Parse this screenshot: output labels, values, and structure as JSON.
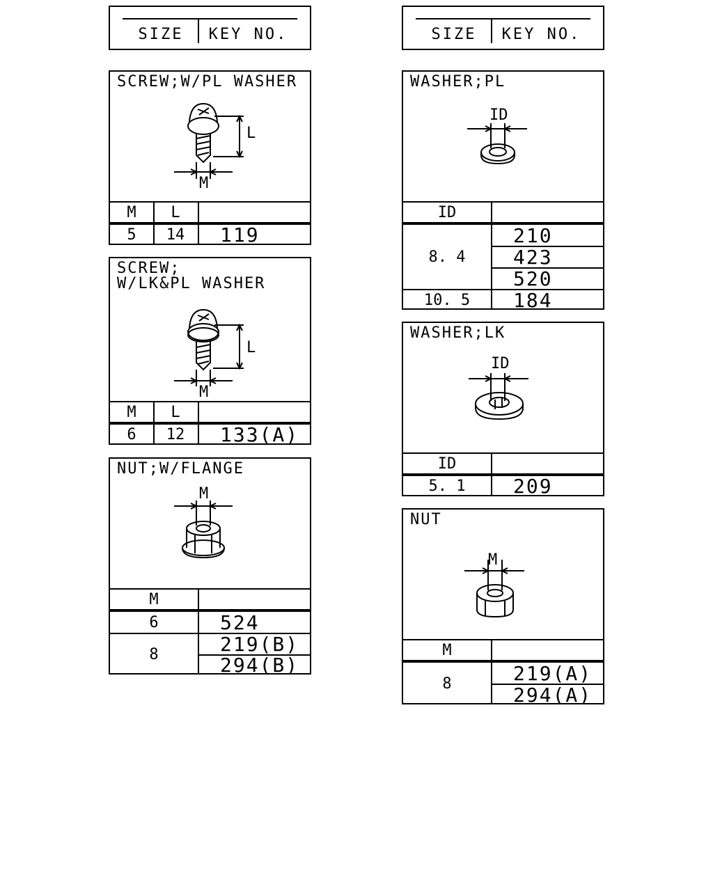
{
  "header": {
    "size_label": "SIZE",
    "key_label": "KEY NO."
  },
  "screw_pl": {
    "title": "SCREW;W/PL WASHER",
    "dim_l": "L",
    "dim_m": "M",
    "col_m": "M",
    "col_l": "L",
    "rows": [
      {
        "m": "5",
        "l": "14",
        "key": "119"
      }
    ]
  },
  "screw_lk": {
    "title": "SCREW;\nW/LK&PL WASHER",
    "dim_l": "L",
    "dim_m": "M",
    "col_m": "M",
    "col_l": "L",
    "rows": [
      {
        "m": "6",
        "l": "12",
        "key": "133(A)"
      }
    ]
  },
  "nut_flange": {
    "title": "NUT;W/FLANGE",
    "dim_m": "M",
    "col_m": "M",
    "groups": [
      {
        "m": "6",
        "keys": [
          "524"
        ]
      },
      {
        "m": "8",
        "keys": [
          "219(B)",
          "294(B)"
        ]
      }
    ]
  },
  "washer_pl": {
    "title": "WASHER;PL",
    "dim_id": "ID",
    "col_id": "ID",
    "groups": [
      {
        "id": "8. 4",
        "keys": [
          "210",
          "423",
          "520"
        ]
      },
      {
        "id": "10. 5",
        "keys": [
          "184"
        ]
      }
    ]
  },
  "washer_lk": {
    "title": "WASHER;LK",
    "dim_id": "ID",
    "col_id": "ID",
    "groups": [
      {
        "id": "5. 1",
        "keys": [
          "209"
        ]
      }
    ]
  },
  "nut": {
    "title": "NUT",
    "dim_m": "M",
    "col_m": "M",
    "groups": [
      {
        "id": "8",
        "keys": [
          "219(A)",
          "294(A)"
        ]
      }
    ]
  }
}
